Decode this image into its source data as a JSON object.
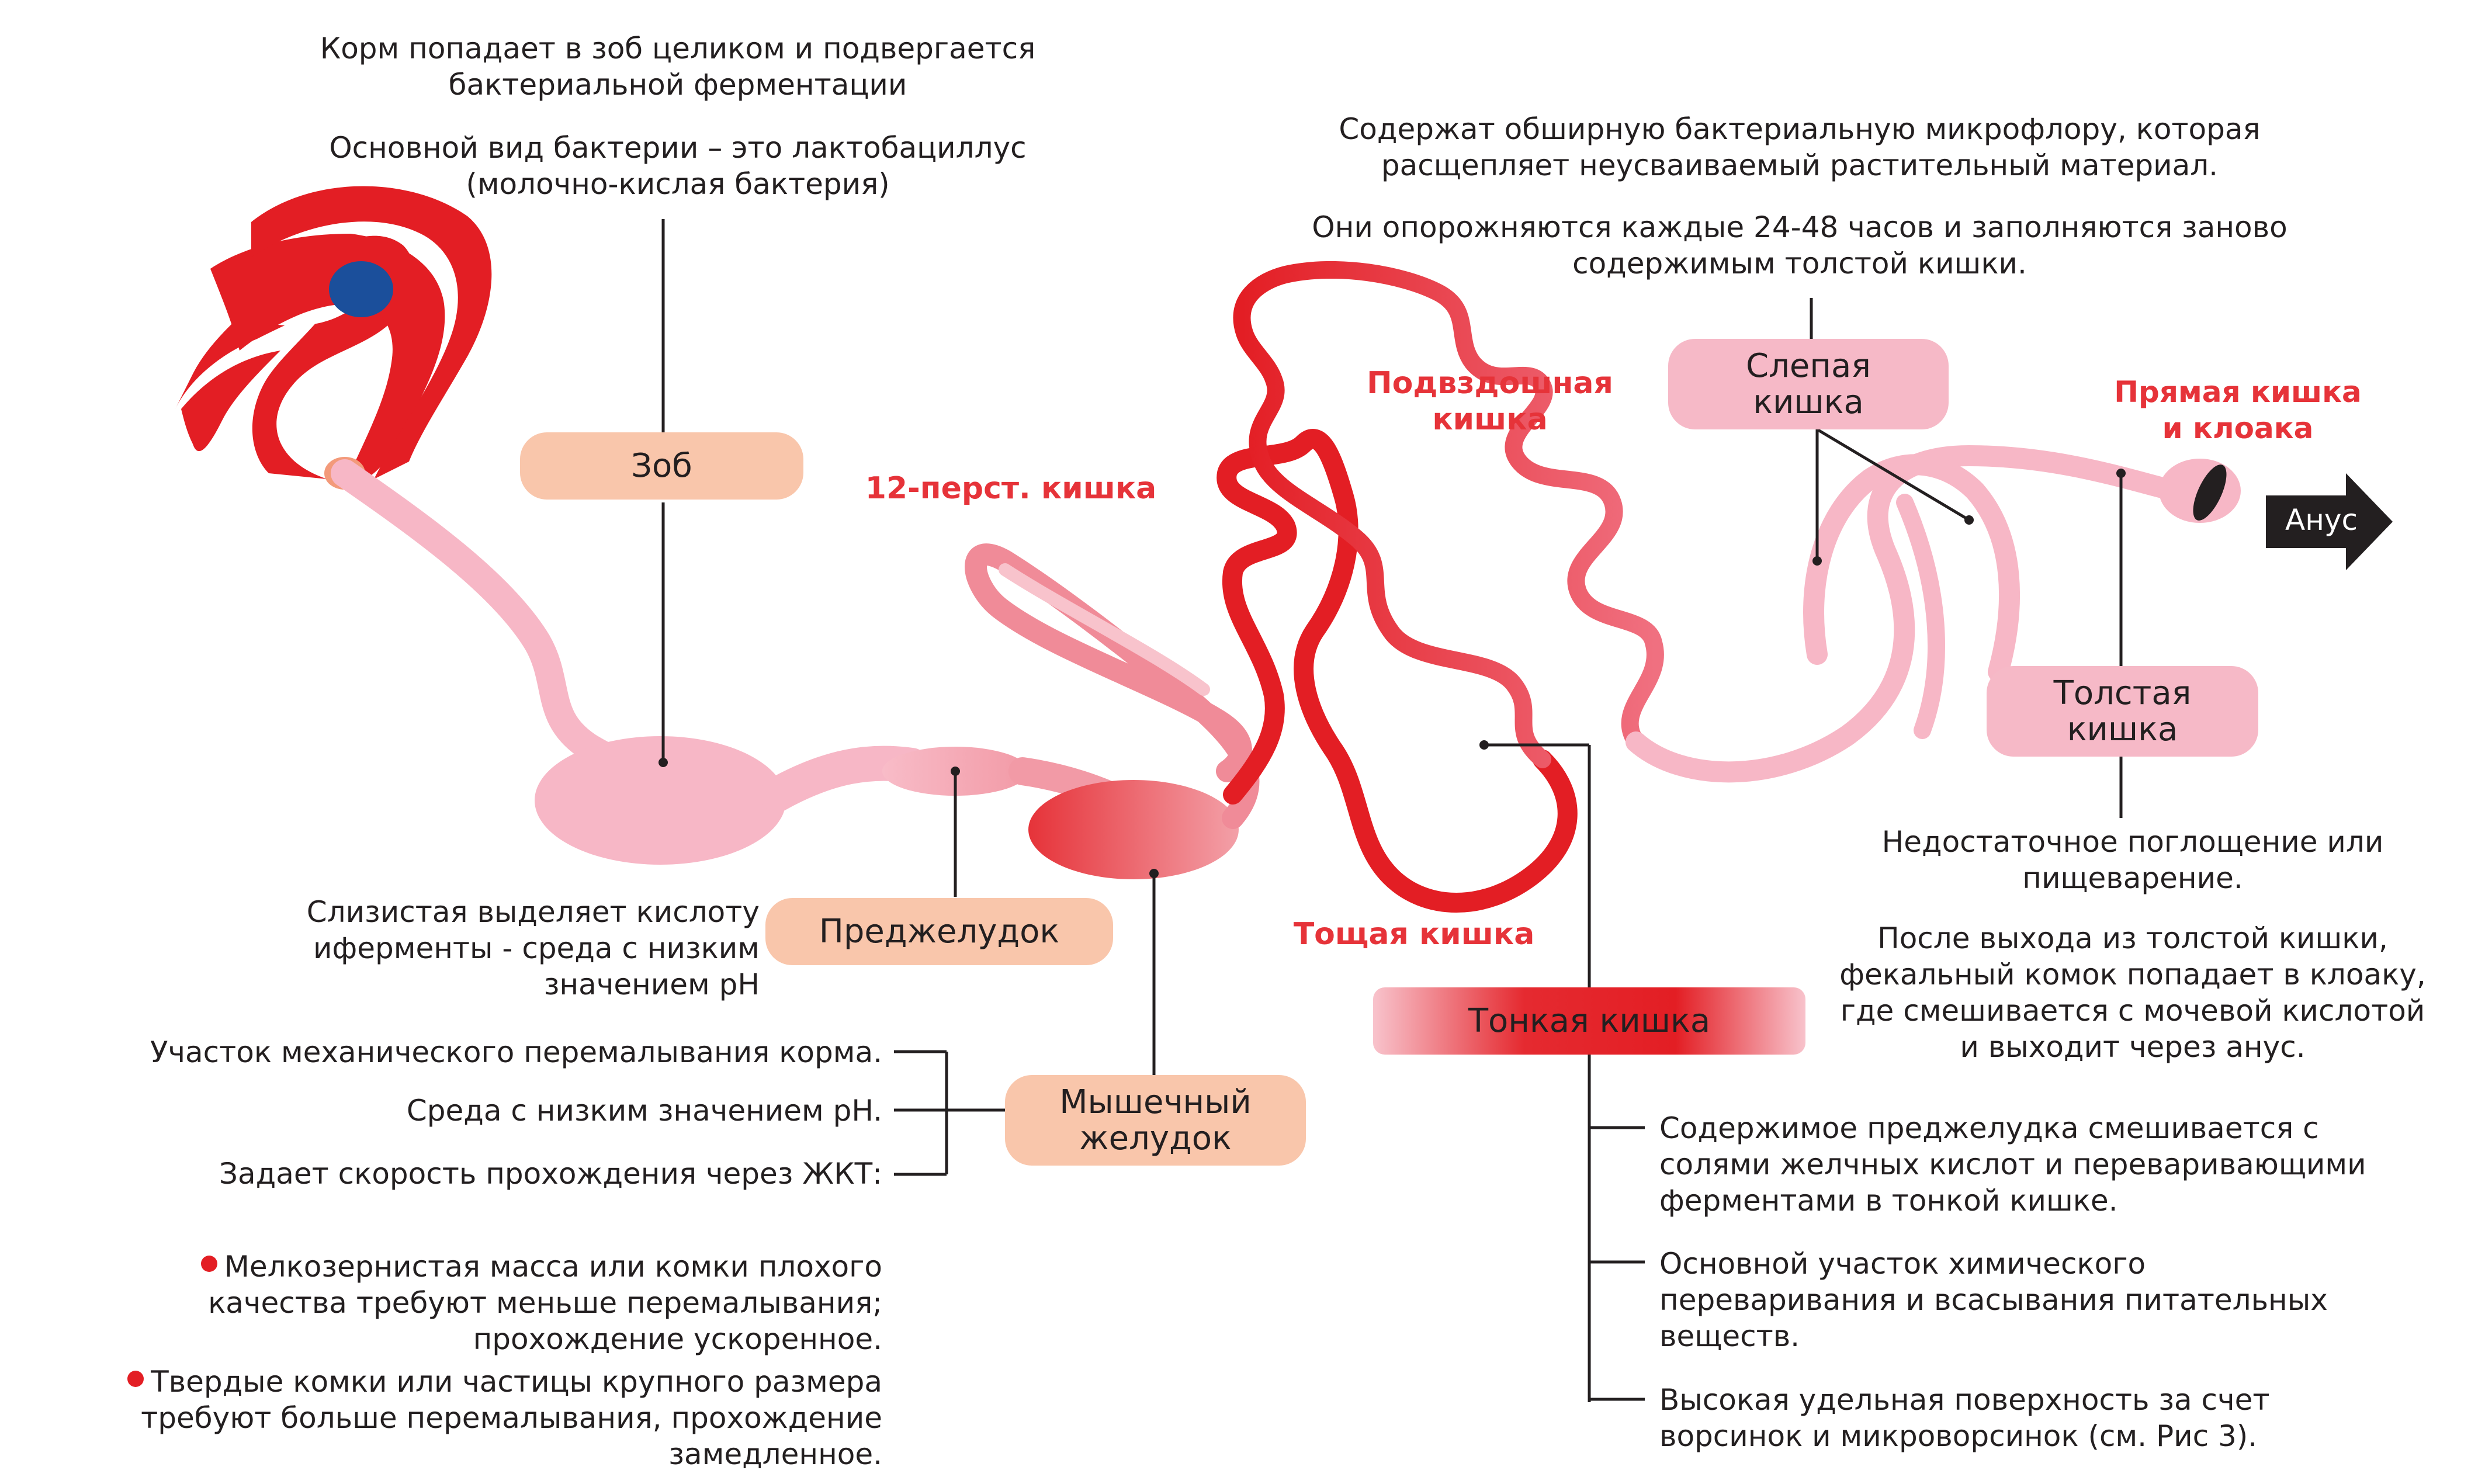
{
  "colors": {
    "red": "#e31e24",
    "pink": "#f7b7c6",
    "peach_label": "#f9c6ab",
    "pink_label": "#f6b9c7",
    "eye": "#1b4f9b",
    "text": "#231f20",
    "arrow": "#231f20"
  },
  "labels": {
    "crop": "Зоб",
    "proventriculus": "Преджелудок",
    "gizzard": "Мышечный\nжелудок",
    "duodenum": "12-перст. кишка",
    "ileum": "Подвздошная\nкишка",
    "jejunum": "Тощая кишка",
    "small_intestine": "Тонкая кишка",
    "ceca": "Слепая\nкишка",
    "rectum": "Прямая кишка\nи клоака",
    "large_intestine": "Толстая\nкишка",
    "anus": "Анус"
  },
  "notes": {
    "crop_1": "Корм попадает в зоб целиком и подвергается\nбактериальной ферментации",
    "crop_2": "Основной вид бактерии – это лактобациллус\n(молочно-кислая бактерия)",
    "ceca_1": "Содержат обширную бактериальную микрофлору, которая\nрасщепляет неусваиваемый растительный материал.",
    "ceca_2": "Они опорожняются каждые 24-48 часов и заполняются заново\nсодержимым толстой  кишки.",
    "proventriculus": "Слизистая выделяет кислоту\nиферменты - среда с низким\nзначением pH",
    "gizzard_1": "Участок механического перемалывания корма.",
    "gizzard_2": "Среда с низким значением pH.",
    "gizzard_3": "Задает скорость прохождения через ЖКТ:",
    "gizzard_bullet_1": "Мелкозернистая масса или комки плохого\nкачества требуют меньше перемалывания;\nпрохождение ускоренное.",
    "gizzard_bullet_2": "Твердые комки или частицы крупного размера\nтребуют больше перемалывания, прохождение\nзамедленное.",
    "large_1": "Недостаточное поглощение или\nпищеварение.",
    "large_2": "После выхода из толстой кишки,\nфекальный комок попадает в клоаку,\nгде смешивается с мочевой кислотой\nи выходит через анус.",
    "small_1": "Содержимое преджелудка смешивается с\nсолями желчных кислот и переваривающими\nферментами в тонкой кишке.",
    "small_2": "Основной участок химического\nпереваривания и всасывания питательных\nвеществ.",
    "small_3": "Высокая удельная поверхность за счет\nворсинок и микроворсинок (см. Рис 3)."
  }
}
